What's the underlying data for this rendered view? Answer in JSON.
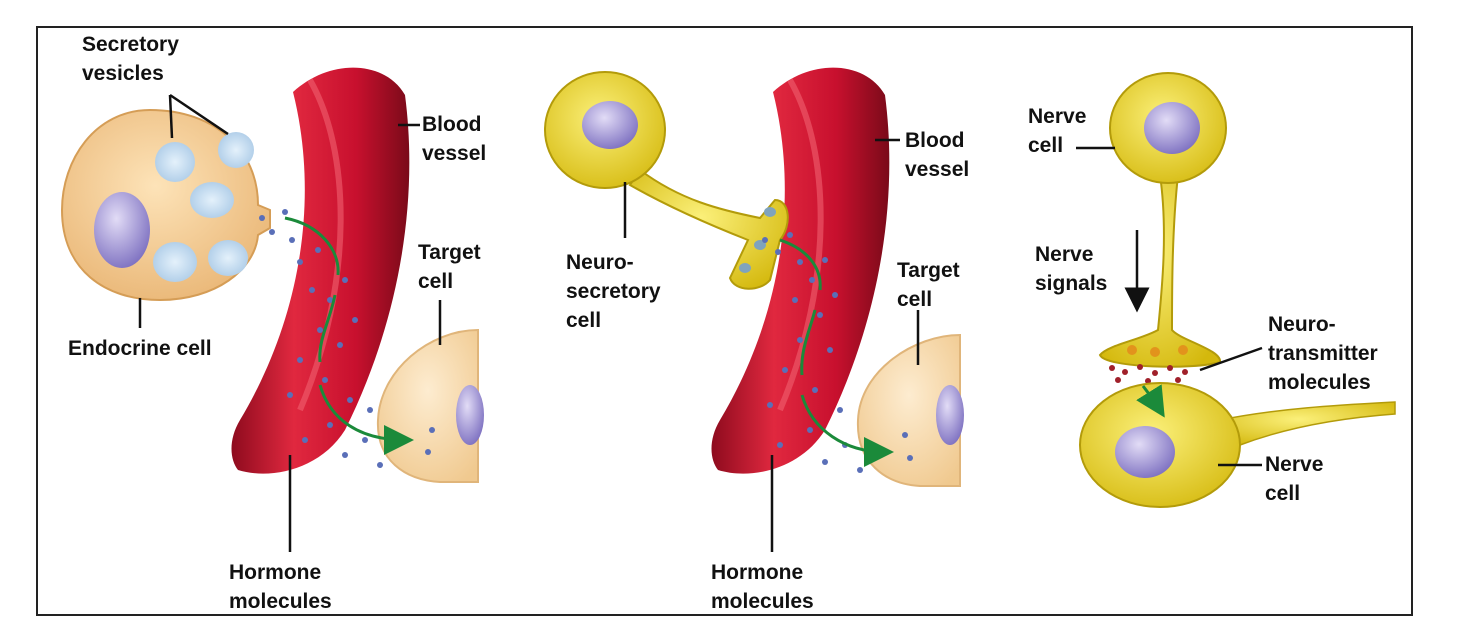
{
  "panel_1": {
    "secretory_vesicles": "Secretory\nvesicles",
    "endocrine_cell": "Endocrine cell",
    "blood_vessel": "Blood\nvessel",
    "target_cell": "Target\ncell",
    "hormone_molecules": "Hormone\nmolecules"
  },
  "panel_2": {
    "neurosecretory_cell": "Neuro-\nsecretory\ncell",
    "blood_vessel": "Blood\nvessel",
    "target_cell": "Target\ncell",
    "hormone_molecules": "Hormone\nmolecules"
  },
  "panel_3": {
    "nerve_cell_top": "Nerve\ncell",
    "nerve_signals": "Nerve\nsignals",
    "neurotransmitter_molecules": "Neuro-\ntransmitter\nmolecules",
    "nerve_cell_bottom": "Nerve\ncell"
  },
  "colors": {
    "vessel": "#c8102e",
    "endocrine": "#f3c98e",
    "neuron": "#e9d21c",
    "nucleus": "#8e82c9",
    "arrow": "#1b8a3a"
  }
}
